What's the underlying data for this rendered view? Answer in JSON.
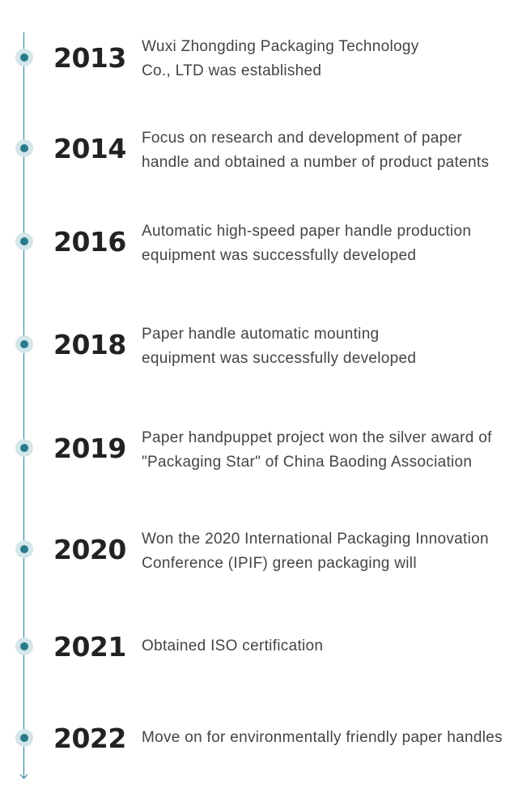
{
  "colors": {
    "accent": "#2a7a8c",
    "dot_halo": "#d3e6ea",
    "year_text": "#222222",
    "desc_text": "#444444"
  },
  "timeline": [
    {
      "year": "2013",
      "lines": [
        "Wuxi Zhongding Packaging Technology",
        "Co., LTD was established"
      ]
    },
    {
      "year": "2014",
      "lines": [
        "Focus on research and development of paper",
        "handle and obtained a number of product patents"
      ]
    },
    {
      "year": "2016",
      "lines": [
        "Automatic high-speed paper handle production",
        "equipment was successfully developed"
      ]
    },
    {
      "year": "2018",
      "lines": [
        "Paper handle automatic mounting",
        "equipment was successfully developed"
      ]
    },
    {
      "year": "2019",
      "lines": [
        "Paper handpuppet project won the silver award of",
        "\"Packaging Star\" of China Baoding Association"
      ]
    },
    {
      "year": "2020",
      "lines": [
        "Won the 2020 International Packaging Innovation",
        "Conference (IPIF) green packaging will"
      ]
    },
    {
      "year": "2021",
      "lines": [
        "Obtained ISO certification"
      ]
    },
    {
      "year": "2022",
      "lines": [
        "Move on for environmentally friendly paper handles"
      ]
    }
  ]
}
